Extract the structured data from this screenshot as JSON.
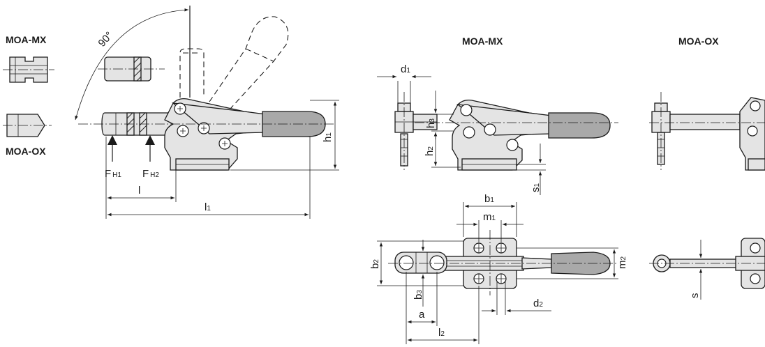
{
  "labels": {
    "moa_mx_left": "MOA-MX",
    "moa_ox_left": "MOA-OX",
    "moa_mx_right": "MOA-MX",
    "moa_ox_right": "MOA-OX",
    "angle": "90°"
  },
  "dimensions": {
    "fh1": {
      "main": "F",
      "sub": "H1"
    },
    "fh2": {
      "main": "F",
      "sub": "H2"
    },
    "l": {
      "main": "l",
      "sub": ""
    },
    "l1": {
      "main": "l",
      "sub": "1"
    },
    "h1": {
      "main": "h",
      "sub": "1"
    },
    "d1": {
      "main": "d",
      "sub": "1"
    },
    "h3": {
      "main": "h",
      "sub": "3"
    },
    "h2": {
      "main": "h",
      "sub": "2"
    },
    "s1": {
      "main": "s",
      "sub": "1"
    },
    "b1": {
      "main": "b",
      "sub": "1"
    },
    "m1": {
      "main": "m",
      "sub": "1"
    },
    "b2": {
      "main": "b",
      "sub": "2"
    },
    "b3": {
      "main": "b",
      "sub": "3"
    },
    "m2": {
      "main": "m",
      "sub": "2"
    },
    "a": {
      "main": "a",
      "sub": ""
    },
    "d2": {
      "main": "d",
      "sub": "2"
    },
    "l2": {
      "main": "l",
      "sub": "2"
    },
    "s": {
      "main": "s",
      "sub": ""
    }
  }
}
